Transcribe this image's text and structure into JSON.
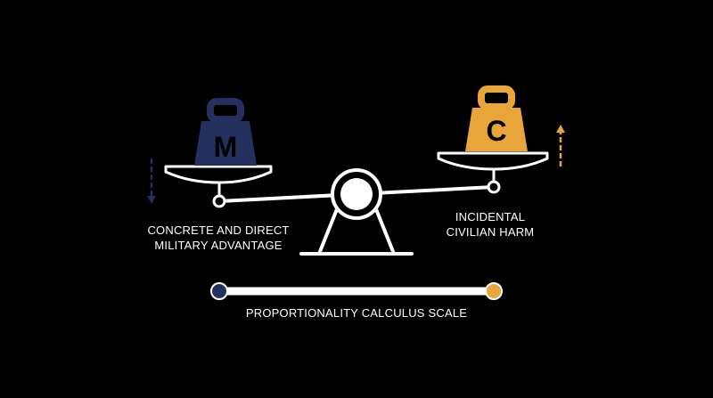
{
  "left_weight": {
    "letter": "M",
    "color": "#24305e"
  },
  "right_weight": {
    "letter": "C",
    "color": "#e7a53a"
  },
  "labels": {
    "left_line1": "CONCRETE AND DIRECT",
    "left_line2": "MILITARY ADVANTAGE",
    "right_line1": "INCIDENTAL",
    "right_line2": "CIVILIAN HARM",
    "scale_caption": "PROPORTIONALITY CALCULUS SCALE"
  },
  "colors": {
    "background": "#000000",
    "stroke": "#ffffff",
    "left_accent": "#24305e",
    "right_accent": "#e7a53a"
  },
  "icons": {
    "left_arrow": "arrow-down-icon",
    "right_arrow": "arrow-up-icon"
  }
}
